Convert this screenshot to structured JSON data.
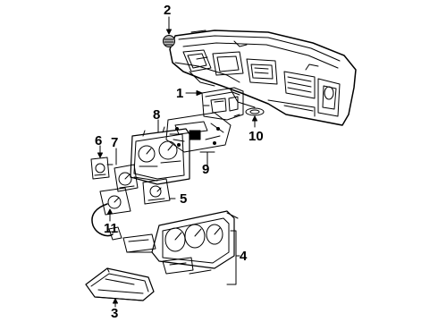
{
  "callouts": {
    "c1": "1",
    "c2": "2",
    "c3": "3",
    "c4": "4",
    "c5": "5",
    "c6": "6",
    "c7": "7",
    "c8": "8",
    "c9": "9",
    "c10": "10",
    "c11": "11"
  },
  "colors": {
    "ink": "#000000",
    "paper": "#ffffff",
    "shade": "#bbbbbb"
  }
}
